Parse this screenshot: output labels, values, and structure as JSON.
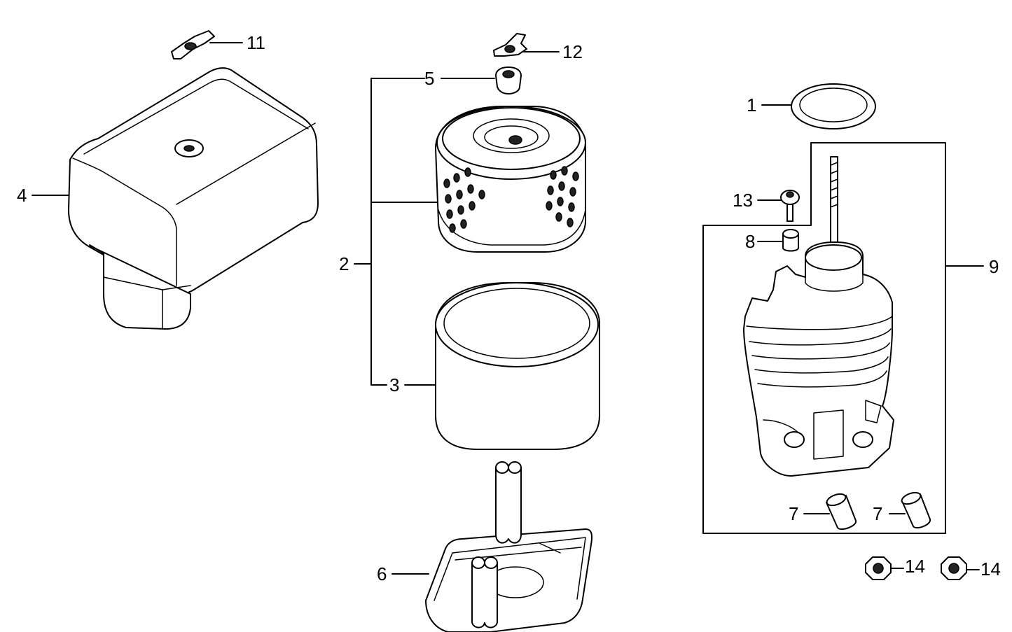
{
  "diagram": {
    "callouts": {
      "c1": "1",
      "c2": "2",
      "c3": "3",
      "c4": "4",
      "c5": "5",
      "c6": "6",
      "c7a": "7",
      "c7b": "7",
      "c8": "8",
      "c9": "9",
      "c11": "11",
      "c12": "12",
      "c13": "13",
      "c14a": "14",
      "c14b": "14"
    }
  }
}
